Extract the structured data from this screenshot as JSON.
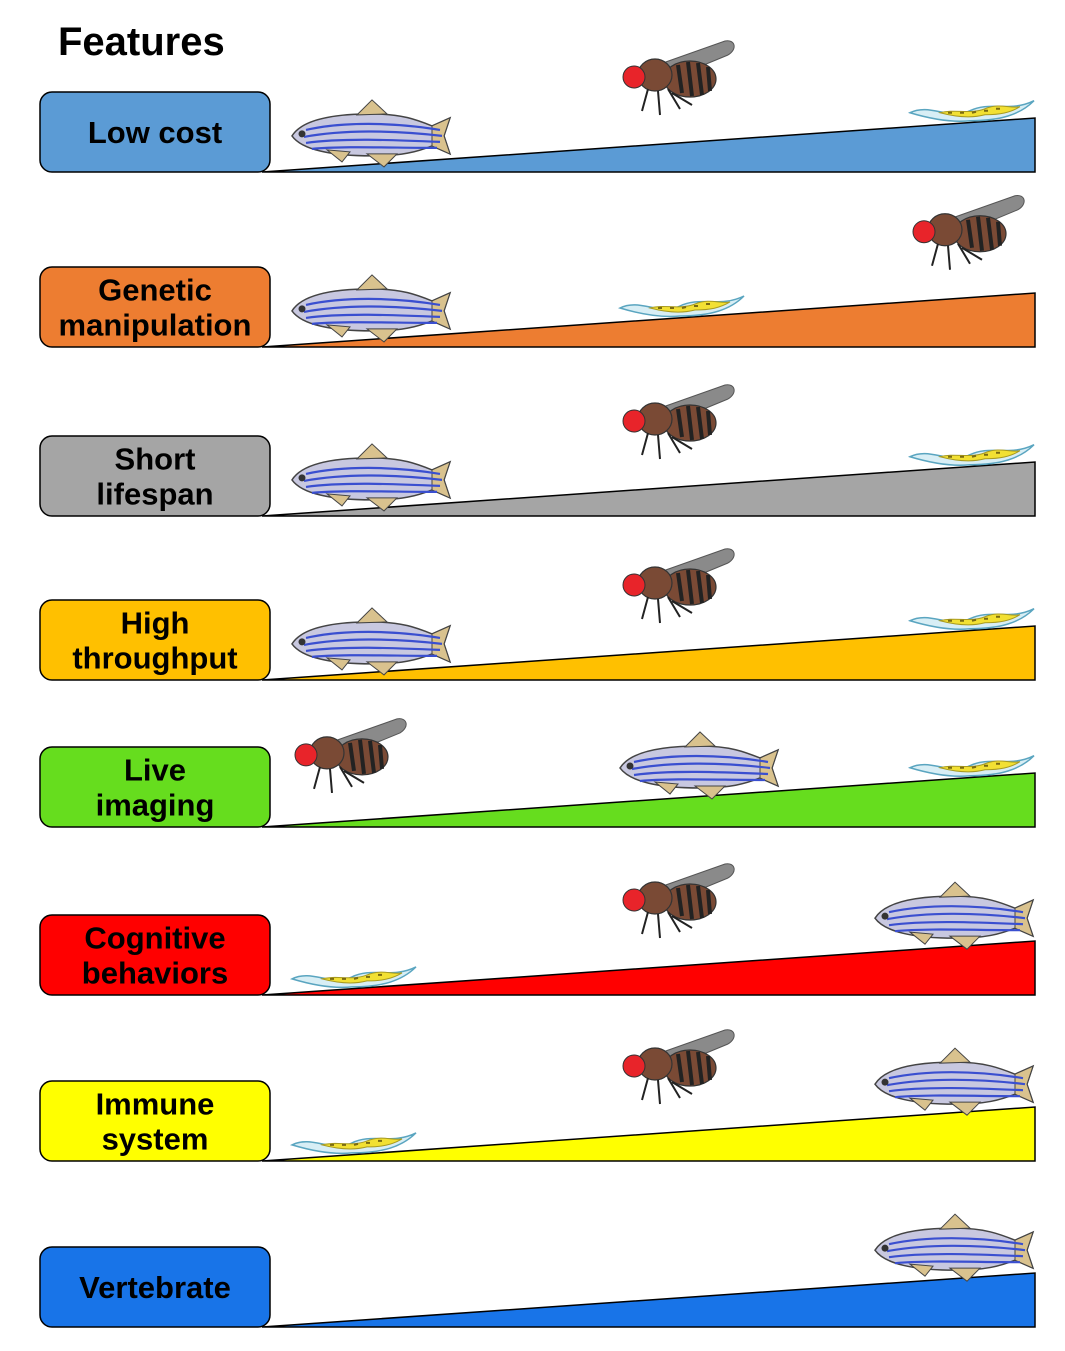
{
  "title": "Features",
  "rows": [
    {
      "label": [
        "Low cost"
      ],
      "color": "#5B9BD5",
      "order": [
        "zebrafish",
        "fly",
        "worm"
      ]
    },
    {
      "label": [
        "Genetic",
        "manipulation"
      ],
      "color": "#ED7D31",
      "order": [
        "zebrafish",
        "worm",
        "fly"
      ]
    },
    {
      "label": [
        "Short",
        "lifespan"
      ],
      "color": "#A5A5A5",
      "order": [
        "zebrafish",
        "fly",
        "worm"
      ]
    },
    {
      "label": [
        "High",
        "throughput"
      ],
      "color": "#FFC000",
      "order": [
        "zebrafish",
        "fly",
        "worm"
      ]
    },
    {
      "label": [
        "Live",
        "imaging"
      ],
      "color": "#66DD1E",
      "order": [
        "fly",
        "zebrafish",
        "worm"
      ]
    },
    {
      "label": [
        "Cognitive",
        "behaviors"
      ],
      "color": "#FF0000",
      "order": [
        "worm",
        "fly",
        "zebrafish"
      ]
    },
    {
      "label": [
        "Immune",
        "system"
      ],
      "color": "#FFFF00",
      "order": [
        "worm",
        "fly",
        "zebrafish"
      ]
    },
    {
      "label": [
        "Vertebrate"
      ],
      "color": "#1874E8",
      "order": [
        "zebrafish"
      ]
    }
  ],
  "icons": {
    "zebrafish": "zebrafish-icon",
    "fly": "fruit-fly-icon",
    "worm": "nematode-worm-icon"
  }
}
